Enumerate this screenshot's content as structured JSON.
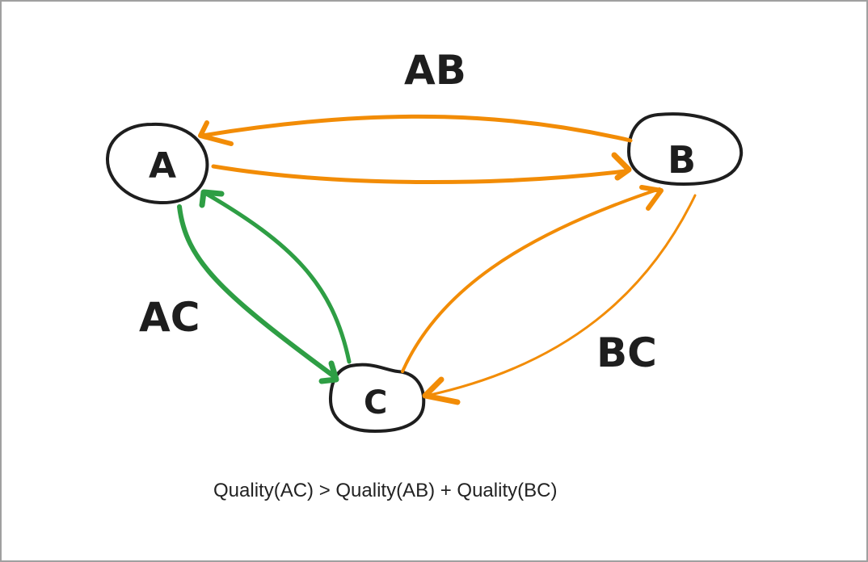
{
  "diagram": {
    "nodes": [
      {
        "id": "A",
        "label": "A"
      },
      {
        "id": "B",
        "label": "B"
      },
      {
        "id": "C",
        "label": "C"
      }
    ],
    "edges": [
      {
        "from": "B",
        "to": "A",
        "group": "AB",
        "color": "orange"
      },
      {
        "from": "A",
        "to": "B",
        "group": "AB",
        "color": "orange"
      },
      {
        "from": "C",
        "to": "A",
        "group": "AC",
        "color": "green"
      },
      {
        "from": "A",
        "to": "C",
        "group": "AC",
        "color": "green"
      },
      {
        "from": "C",
        "to": "B",
        "group": "BC",
        "color": "orange"
      },
      {
        "from": "B",
        "to": "C",
        "group": "BC",
        "color": "orange"
      }
    ],
    "edge_labels": {
      "ab": "AB",
      "ac": "AC",
      "bc": "BC"
    },
    "colors": {
      "orange": "#f28c06",
      "green": "#2e9e44",
      "ink": "#1e1e1e"
    },
    "caption": "Quality(AC) > Quality(AB) + Quality(BC)"
  }
}
